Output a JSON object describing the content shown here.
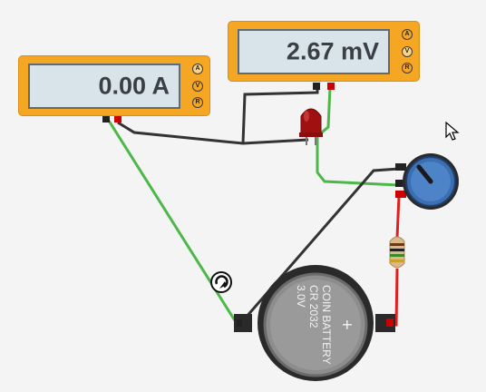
{
  "meter_current": {
    "reading": "0.00 A",
    "modes": [
      "A",
      "V",
      "R"
    ],
    "active_mode": "A"
  },
  "meter_voltage": {
    "reading": "2.67 mV",
    "modes": [
      "A",
      "V",
      "R"
    ],
    "active_mode": "V"
  },
  "battery": {
    "line1": "COIN BATTERY",
    "line2": "CR 2032",
    "line3": "3.0V",
    "polarity": "+"
  },
  "colors": {
    "meter_body": "#f5a623",
    "wire_green": "#4cb848",
    "wire_black": "#3a3a3a",
    "wire_red": "#e02020",
    "led": "#a01010",
    "pot": "#3c6fb0"
  },
  "icons": {
    "cursor": "mouse-pointer-icon",
    "rotate_handle": "rotate-handle-icon"
  }
}
